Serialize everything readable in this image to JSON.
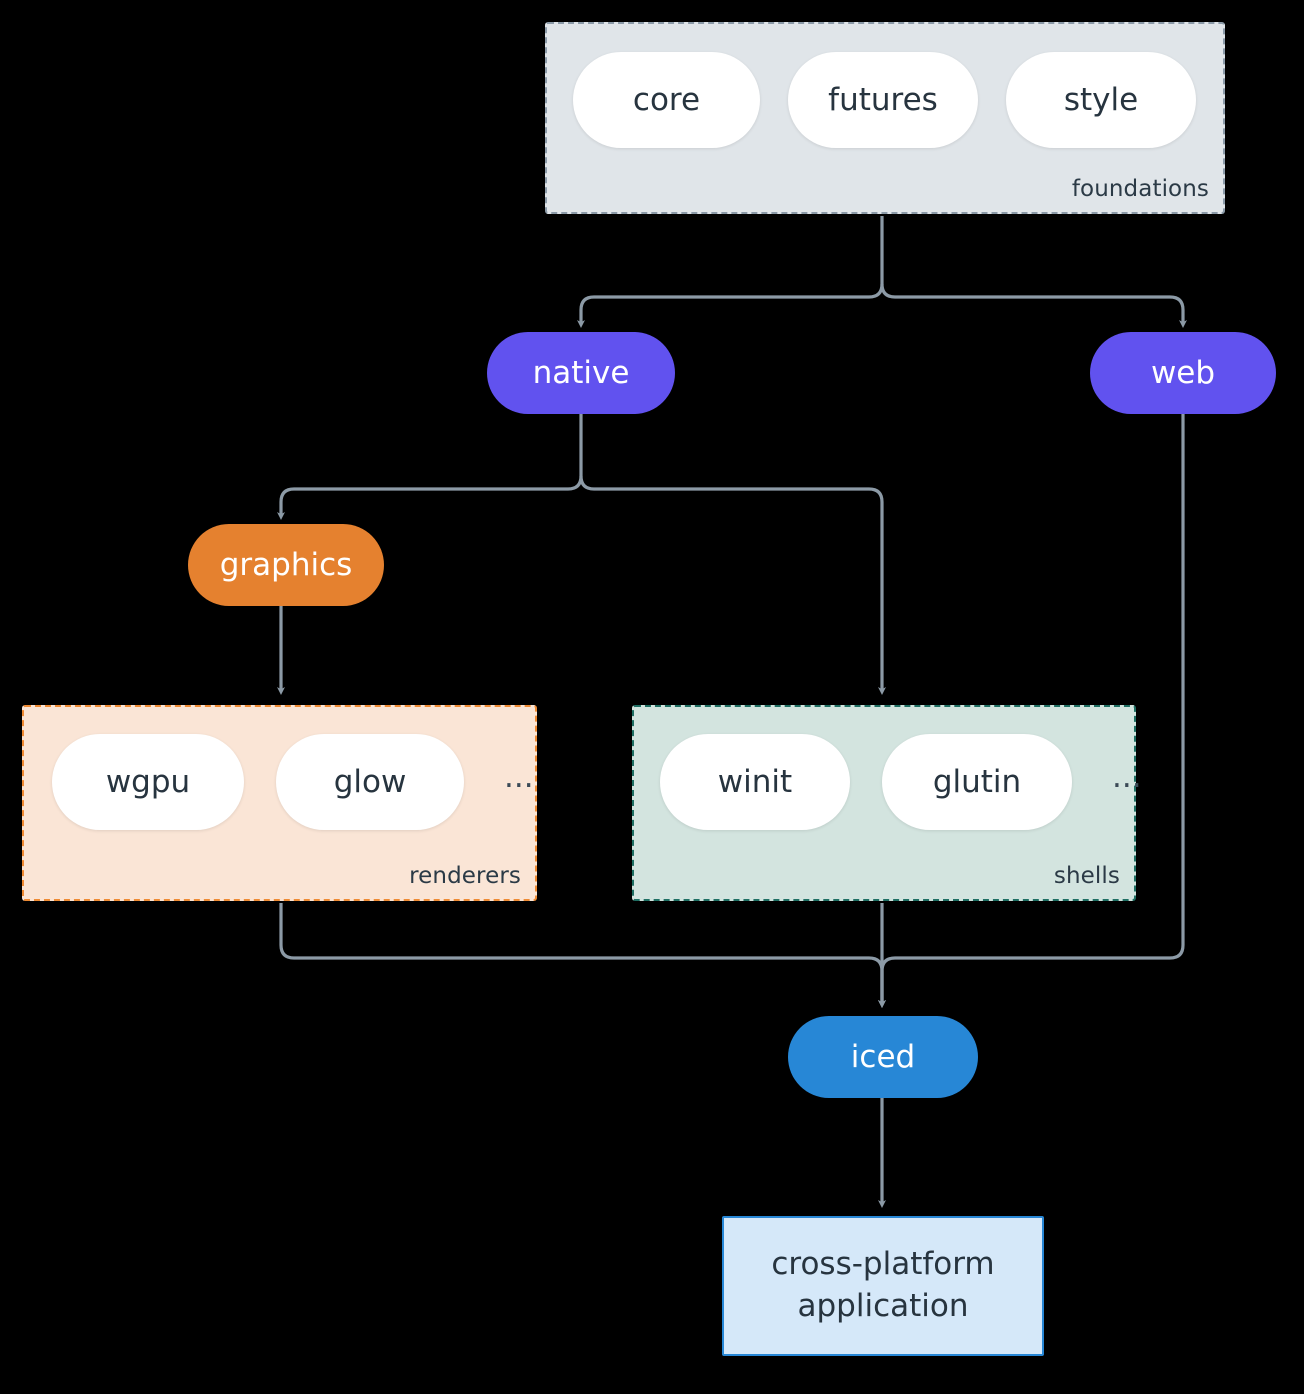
{
  "diagram": {
    "type": "architecture-flow",
    "background": "#000000",
    "edge_color": "#8c9aa6",
    "clusters": [
      {
        "id": "foundations",
        "label": "foundations",
        "fill": "#e0e5e9",
        "border": "#8b9aa8",
        "border_style": "dashed",
        "items": [
          "core",
          "futures",
          "style"
        ],
        "has_ellipsis": false
      },
      {
        "id": "renderers",
        "label": "renderers",
        "fill": "#fae5d6",
        "border": "#ee8b34",
        "border_style": "dashed",
        "items": [
          "wgpu",
          "glow"
        ],
        "ellipsis": "...",
        "has_ellipsis": true
      },
      {
        "id": "shells",
        "label": "shells",
        "fill": "#d3e4df",
        "border": "#1f6f63",
        "border_style": "dashed",
        "items": [
          "winit",
          "glutin"
        ],
        "ellipsis": "...",
        "has_ellipsis": true
      }
    ],
    "nodes": [
      {
        "id": "native",
        "label": "native",
        "fill": "#6152ef",
        "text": "#ffffff",
        "shape": "pill"
      },
      {
        "id": "web",
        "label": "web",
        "fill": "#6152ef",
        "text": "#ffffff",
        "shape": "pill"
      },
      {
        "id": "graphics",
        "label": "graphics",
        "fill": "#e5812f",
        "text": "#ffffff",
        "shape": "pill"
      },
      {
        "id": "iced",
        "label": "iced",
        "fill": "#2787d6",
        "text": "#ffffff",
        "shape": "pill"
      },
      {
        "id": "application",
        "label_line1": "cross-platform",
        "label_line2": "application",
        "fill": "#d5e8f9",
        "border": "#2787d6",
        "text": "#27343f",
        "shape": "rect"
      }
    ],
    "edges": [
      {
        "from": "foundations",
        "to": "native",
        "arrow": true
      },
      {
        "from": "foundations",
        "to": "web",
        "arrow": true
      },
      {
        "from": "native",
        "to": "graphics",
        "arrow": true
      },
      {
        "from": "native",
        "to": "shells",
        "arrow": true
      },
      {
        "from": "graphics",
        "to": "renderers",
        "arrow": true
      },
      {
        "from": "renderers",
        "to": "iced",
        "arrow": true
      },
      {
        "from": "shells",
        "to": "iced",
        "arrow": true
      },
      {
        "from": "web",
        "to": "iced",
        "arrow": true
      },
      {
        "from": "iced",
        "to": "application",
        "arrow": true
      }
    ]
  }
}
